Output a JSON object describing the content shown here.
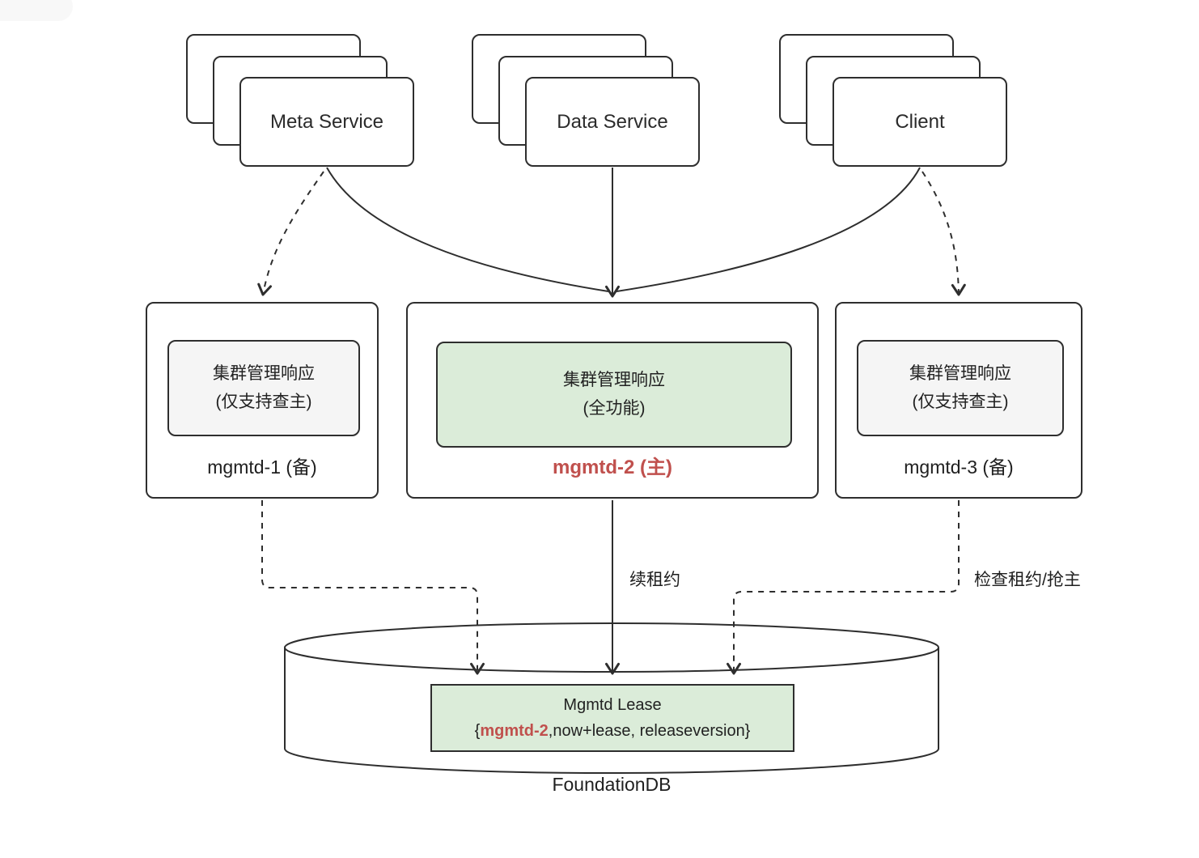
{
  "diagram": {
    "services": [
      {
        "label": "Meta Service"
      },
      {
        "label": "Data Service"
      },
      {
        "label": "Client"
      }
    ],
    "nodes": [
      {
        "label": "mgmtd-1 (备)",
        "box_line1": "集群管理响应",
        "box_line2": "(仅支持查主)",
        "role": "standby"
      },
      {
        "label": "mgmtd-2 (主)",
        "box_line1": "集群管理响应",
        "box_line2": "(全功能)",
        "role": "primary"
      },
      {
        "label": "mgmtd-3 (备)",
        "box_line1": "集群管理响应",
        "box_line2": "(仅支持查主)",
        "role": "standby"
      }
    ],
    "edge_labels": {
      "renew_lease": "续租约",
      "check_lease": "检查租约/抢主"
    },
    "database": {
      "name": "FoundationDB",
      "lease_title": "Mgmtd Lease",
      "lease_open": "{",
      "lease_leader": "mgmtd-2",
      "lease_rest": ",now+lease, releaseversion}"
    },
    "colors": {
      "stroke": "#2e2e2e",
      "green_fill": "#dbecd9",
      "grey_fill": "#f5f5f5",
      "accent_red": "#c0504d"
    }
  }
}
